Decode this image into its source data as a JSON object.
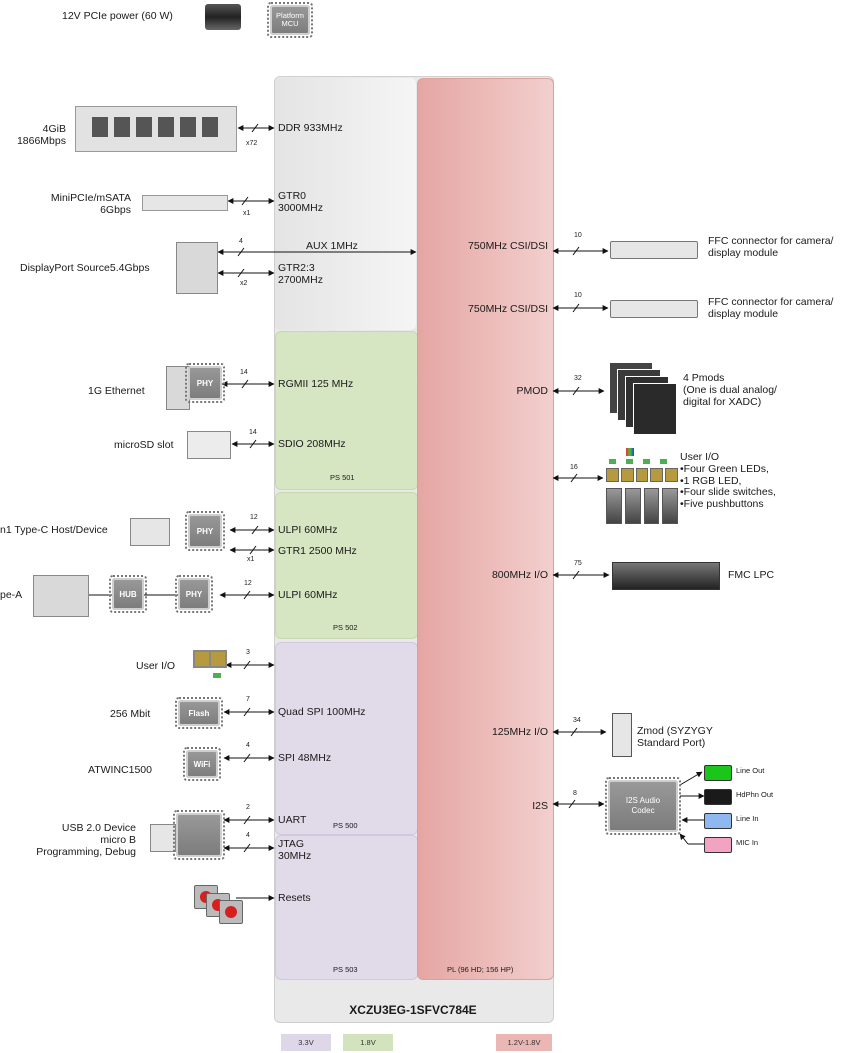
{
  "top": {
    "power_label": "12V PCIe power (60 W)",
    "mcu_label": "Platform\nMCU"
  },
  "ddr": {
    "left": "4GiB\n1866Mbps",
    "width": "x72",
    "port": "DDR 933MHz"
  },
  "sata": {
    "left": "MiniPCIe/mSATA\n6Gbps",
    "width": "x1",
    "port": "GTR0\n3000MHz"
  },
  "dp": {
    "left": "DisplayPort Source5.4Gbps",
    "w1": "4",
    "w2": "x2",
    "aux": "AUX 1MHz",
    "gtr": "GTR2:3\n2700MHz"
  },
  "eth": {
    "left": "1G Ethernet",
    "phy": "PHY",
    "width": "14",
    "port": "RGMII 125 MHz"
  },
  "sd": {
    "left": "microSD slot",
    "width": "14",
    "port": "SDIO 208MHz",
    "bank": "PS 501"
  },
  "typec": {
    "left": "n1 Type-C Host/Device",
    "phy": "PHY",
    "w1": "12",
    "port1": "ULPI 60MHz",
    "w2": "x1",
    "port2": "GTR1 2500 MHz"
  },
  "typea": {
    "left": "pe-A",
    "hub": "HUB",
    "phy": "PHY",
    "width": "12",
    "port": "ULPI 60MHz",
    "bank": "PS 502"
  },
  "uio": {
    "left": "User I/O",
    "width": "3"
  },
  "flash": {
    "left": "256 Mbit",
    "chip": "Flash",
    "width": "7",
    "port": "Quad SPI 100MHz"
  },
  "wifi": {
    "left": "ATWINC1500",
    "chip": "WiFi",
    "width": "4",
    "port": "SPI 48MHz"
  },
  "usb2": {
    "left": "USB 2.0 Device\nmicro B\nProgramming, Debug",
    "w1": "2",
    "port1": "UART",
    "bank": "PS 500",
    "w2": "4",
    "port2": "JTAG\n30MHz"
  },
  "resets": {
    "port": "Resets",
    "bank": "PS 503"
  },
  "pl": {
    "bank": "PL (96 HD; 156 HP)",
    "csi1": {
      "port": "750MHz CSI/DSI",
      "width": "10",
      "right": "FFC connector for camera/\ndisplay module"
    },
    "csi2": {
      "port": "750MHz  CSI/DSI",
      "width": "10",
      "right": "FFC connector for camera/\ndisplay module"
    },
    "pmod": {
      "port": "PMOD",
      "width": "32",
      "right": "4 Pmods\n(One is dual analog/\ndigital for XADC)"
    },
    "uio": {
      "width": "16",
      "right": "User I/O\n•Four Green LEDs,\n•1 RGB LED,\n•Four slide switches,\n•Five pushbuttons"
    },
    "fmc": {
      "port": "800MHz I/O",
      "width": "75",
      "right": "FMC LPC"
    },
    "zmod": {
      "port": "125MHz I/O",
      "width": "34",
      "right": "Zmod (SYZYGY\nStandard Port)"
    },
    "i2s": {
      "port": "I2S",
      "width": "8",
      "codec": "I2S Audio\nCodec",
      "jacks": [
        {
          "label": "Line Out",
          "color": "#19c619"
        },
        {
          "label": "HdPhn Out",
          "color": "#1a1a1a"
        },
        {
          "label": "Line In",
          "color": "#8fb8f0"
        },
        {
          "label": "MIC In",
          "color": "#f3a3c2"
        }
      ]
    }
  },
  "chip_name": "XCZU3EG-1SFVC784E",
  "legend": [
    {
      "label": "3.3V",
      "color": "#ddd7e8"
    },
    {
      "label": "1.8V",
      "color": "#d3e3bd"
    },
    {
      "label": "1.2V-1.8V",
      "color": "#eab7b4"
    }
  ]
}
